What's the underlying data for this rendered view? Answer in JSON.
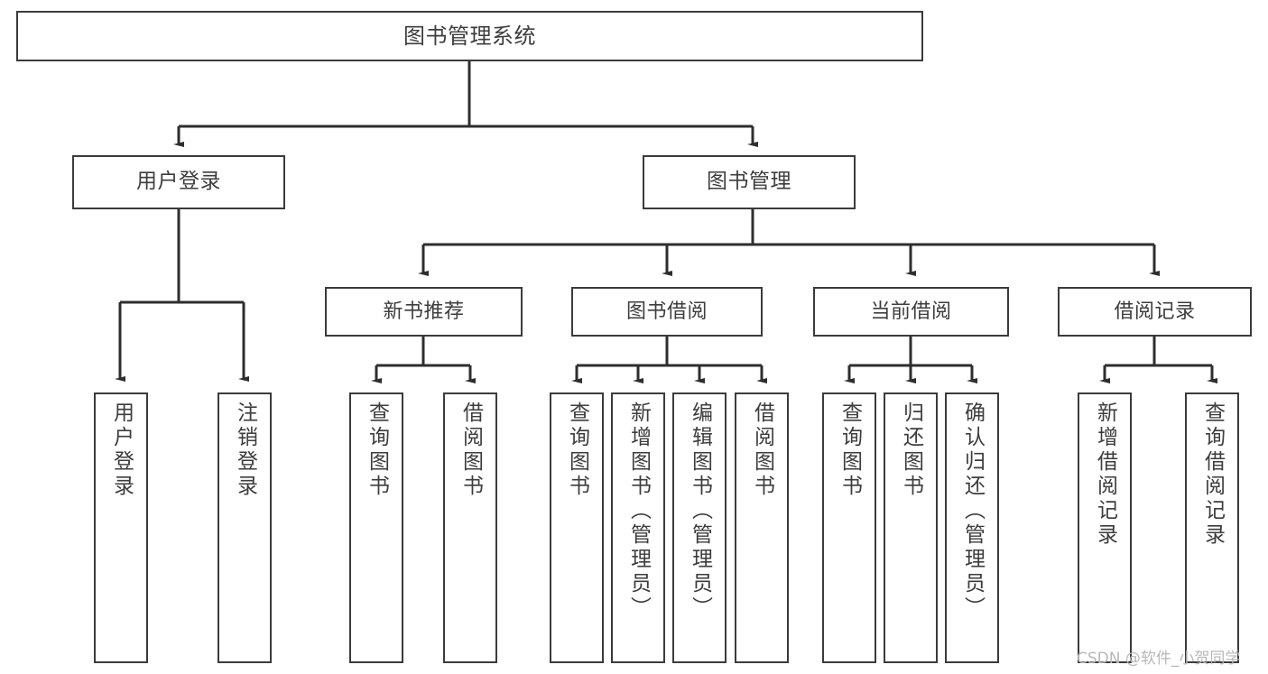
{
  "diagram": {
    "title": "图书管理系统",
    "type": "hierarchy-tree",
    "colors": {
      "box_border": "#3b3b3b",
      "box_fill": "#ffffff",
      "text": "#3d3d3d",
      "edge": "#2e2e2e",
      "watermark": "#b8b8b8"
    },
    "nodes": {
      "root": {
        "label": "图书管理系统"
      },
      "level2": [
        {
          "id": "user-login",
          "label": "用户登录"
        },
        {
          "id": "book-management",
          "label": "图书管理"
        }
      ],
      "level3": [
        {
          "id": "new-book-recommend",
          "label": "新书推荐"
        },
        {
          "id": "book-borrow",
          "label": "图书借阅"
        },
        {
          "id": "current-borrow",
          "label": "当前借阅"
        },
        {
          "id": "borrow-record",
          "label": "借阅记录"
        }
      ],
      "leaves": {
        "user_login": [
          {
            "id": "leaf-user-login",
            "label": "用户登录"
          },
          {
            "id": "leaf-logout-login",
            "label": "注销登录"
          }
        ],
        "new_book_recommend": [
          {
            "id": "leaf-query-book-1",
            "label": "查询图书"
          },
          {
            "id": "leaf-borrow-book-1",
            "label": "借阅图书"
          }
        ],
        "book_borrow": [
          {
            "id": "leaf-query-book-2",
            "label": "查询图书"
          },
          {
            "id": "leaf-add-book",
            "label": "新增图书（管理员）"
          },
          {
            "id": "leaf-edit-book",
            "label": "编辑图书（管理员）"
          },
          {
            "id": "leaf-borrow-book-2",
            "label": "借阅图书"
          }
        ],
        "current_borrow": [
          {
            "id": "leaf-query-book-3",
            "label": "查询图书"
          },
          {
            "id": "leaf-return-book",
            "label": "归还图书"
          },
          {
            "id": "leaf-confirm-return",
            "label": "确认归还（管理员）"
          }
        ],
        "borrow_record": [
          {
            "id": "leaf-add-borrow-record",
            "label": "新增借阅记录"
          },
          {
            "id": "leaf-query-borrow-record",
            "label": "查询借阅记录"
          }
        ]
      }
    }
  },
  "watermark": {
    "text": "CSDN @软件_小贺同学"
  }
}
